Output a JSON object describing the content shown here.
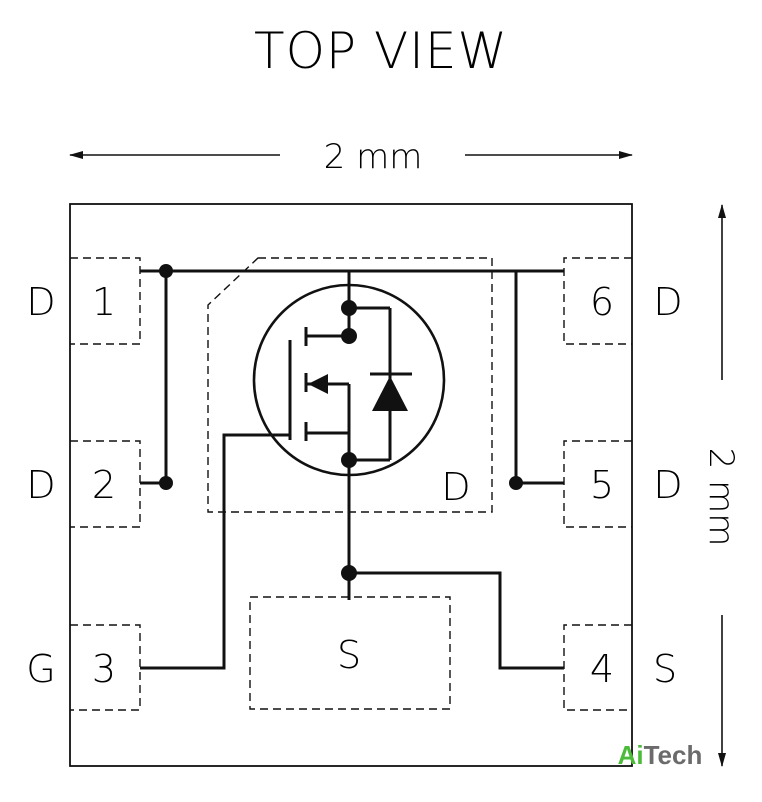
{
  "title": "TOP VIEW",
  "dimension_width": "2 mm",
  "dimension_height": "2 mm",
  "pins": [
    {
      "number": "1",
      "signal": "D"
    },
    {
      "number": "2",
      "signal": "D"
    },
    {
      "number": "3",
      "signal": "G"
    },
    {
      "number": "4",
      "signal": "S"
    },
    {
      "number": "5",
      "signal": "D"
    },
    {
      "number": "6",
      "signal": "D"
    }
  ],
  "pads": {
    "drain_pad": "D",
    "source_pad": "S"
  },
  "watermark": {
    "part1": "Ai",
    "part2": "Tech",
    "color1": "#4cbb3a",
    "color2": "#6b6b6b"
  },
  "colors": {
    "line": "#111111",
    "background": "#ffffff"
  }
}
